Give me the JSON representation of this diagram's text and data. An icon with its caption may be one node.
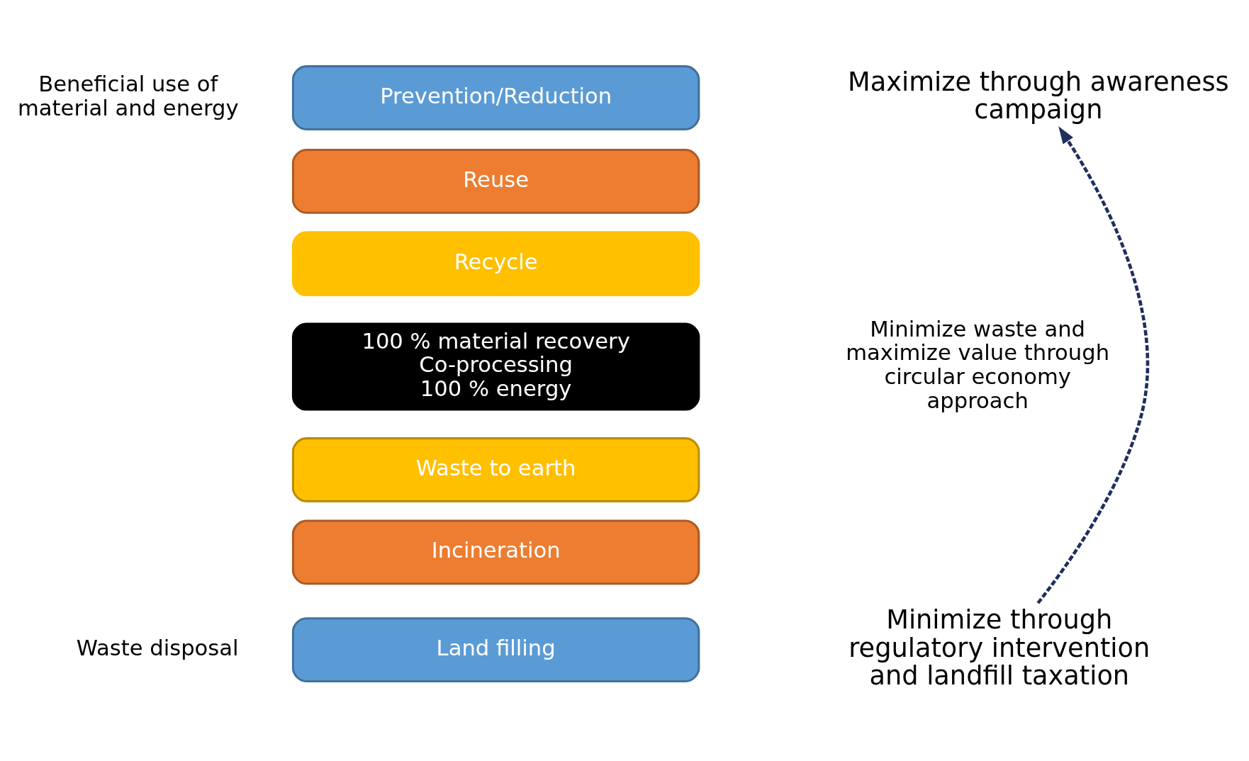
{
  "diagram": {
    "nodes": [
      {
        "text": [
          "Prevention/Reduction"
        ]
      },
      {
        "text": [
          "Reuse"
        ]
      },
      {
        "text": [
          "Recycle"
        ]
      },
      {
        "text": [
          "100 % material recovery",
          "Co-processing",
          "100 % energy"
        ]
      },
      {
        "text": [
          "Waste to earth"
        ]
      },
      {
        "text": [
          "Incineration"
        ]
      },
      {
        "text": [
          "Land filling"
        ]
      },
      {
        "text": [
          "Maximize through awareness campaign"
        ]
      },
      {
        "text": [
          "Minimize through regulatory intervention and landfill taxation"
        ]
      }
    ],
    "edges": [
      {
        "from": 8,
        "to": 7,
        "arrow": "to",
        "style": "dashed"
      }
    ],
    "labels": [
      "Beneficial use of material and energy",
      "Minimize waste and maximize value through circular economy approach",
      "Waste disposal"
    ]
  }
}
